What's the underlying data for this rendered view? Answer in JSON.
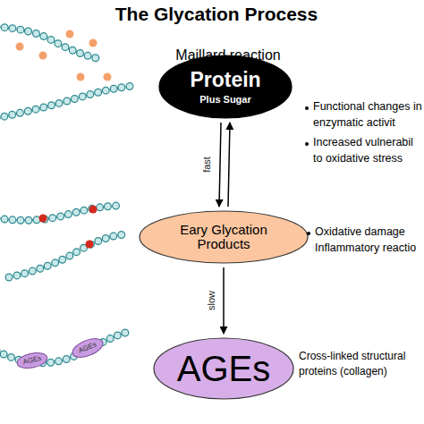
{
  "diagram": {
    "title": "The Glycation Process",
    "nodes": [
      {
        "text": [
          "Protein",
          "Plus Sugar"
        ]
      },
      {
        "text": [
          "Eary Glycation Products"
        ]
      },
      {
        "text": [
          "AGEs"
        ]
      }
    ],
    "edges": [
      {
        "from": 0,
        "to": 1,
        "arrow": "to",
        "label": "fast"
      },
      {
        "from": 1,
        "to": 0,
        "arrow": "to"
      },
      {
        "from": 1,
        "to": 2,
        "arrow": "to",
        "label": "slow"
      }
    ],
    "labels": [
      "Maillard reaction",
      "Functional changes in enzymatic activit",
      "Increased vulnerabil to oxidative stress",
      "Oxidative damage",
      "Inflammatory reactio",
      "Cross-linked structural proteins (collagen)",
      "AGEs",
      "AGEs"
    ]
  }
}
